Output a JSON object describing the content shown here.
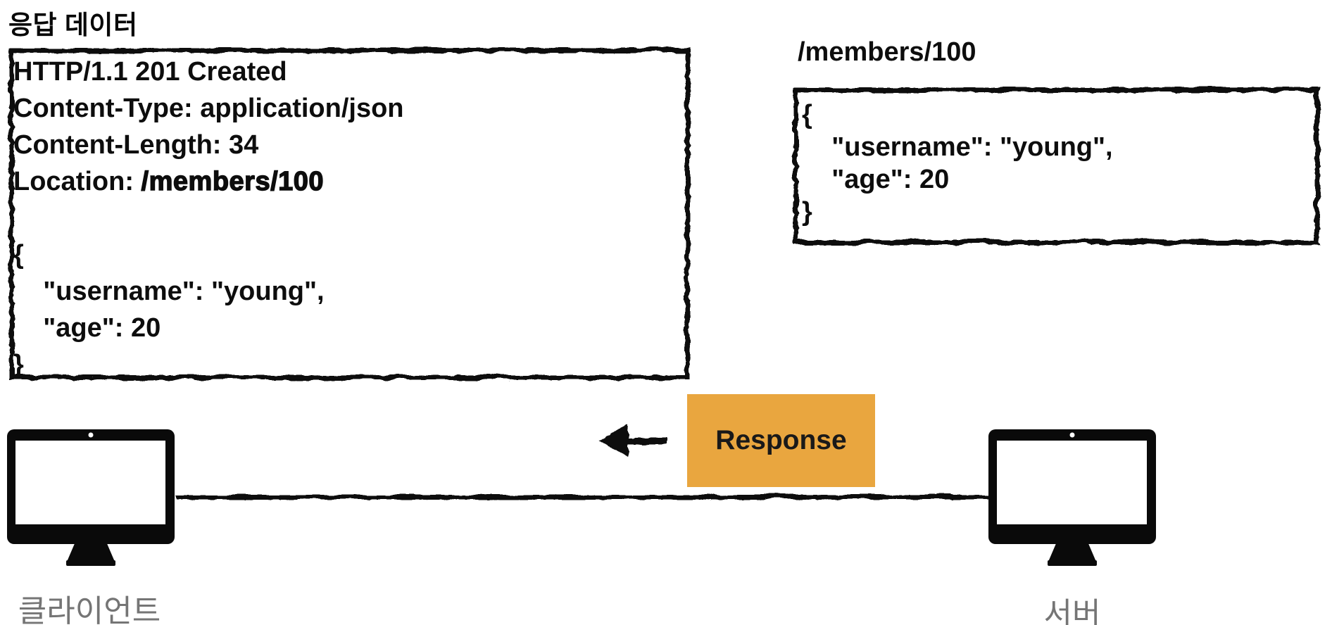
{
  "page": {
    "title": "응답 데이터"
  },
  "response_box": {
    "status_line": "HTTP/1.1 201 Created",
    "content_type_line": "Content-Type: application/json",
    "content_length_line": "Content-Length: 34",
    "location_label": "Location: ",
    "location_value": "/members/100",
    "json_body": "{\n    \"username\": \"young\",\n    \"age\": 20\n}"
  },
  "resource_box": {
    "path_label": "/members/100",
    "json_body": "{\n    \"username\": \"young\",\n    \"age\": 20\n}"
  },
  "flow": {
    "response_label": "Response",
    "client_label": "클라이언트",
    "server_label": "서버"
  },
  "colors": {
    "accent_orange": "#E9A63F",
    "ink": "#0D0D0D",
    "label_gray": "#757575"
  }
}
